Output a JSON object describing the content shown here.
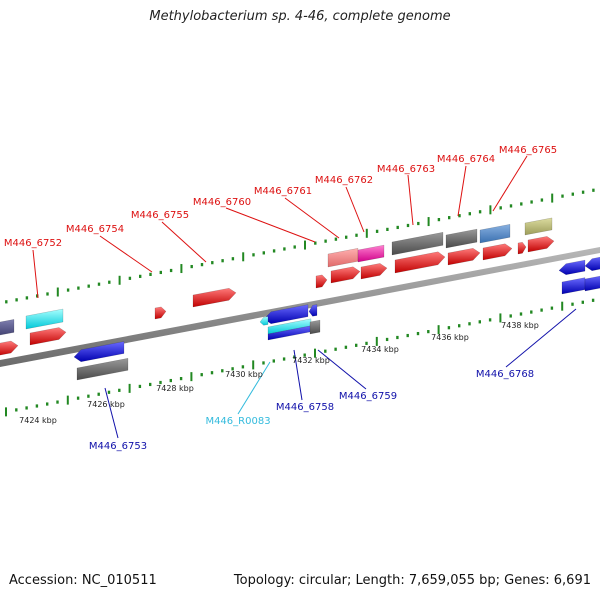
{
  "header": {
    "title": "Methylobacterium sp. 4-46, complete genome"
  },
  "footer": {
    "accession": "Accession: NC_010511",
    "topology": "Topology: circular; Length: 7,659,055 bp; Genes: 6,691"
  },
  "colors": {
    "forward_gene": "#ee1111",
    "reverse_gene": "#1111dd",
    "rna_gene": "#22ccdd",
    "pseudo_gene": "#666666",
    "backbone": "#888888",
    "ticks": "#228822"
  },
  "ruler_labels": [
    "7424 kbp",
    "7426 kbp",
    "7428 kbp",
    "7430 kbp",
    "7432 kbp",
    "7434 kbp",
    "7436 kbp",
    "7438 kbp"
  ],
  "gene_labels": {
    "forward": [
      "M446_6752",
      "M446_6754",
      "M446_6755",
      "M446_6760",
      "M446_6761",
      "M446_6762",
      "M446_6763",
      "M446_6764",
      "M446_6765"
    ],
    "reverse": [
      "M446_6753",
      "M446_R0083",
      "M446_6758",
      "M446_6759",
      "M446_6768"
    ]
  }
}
